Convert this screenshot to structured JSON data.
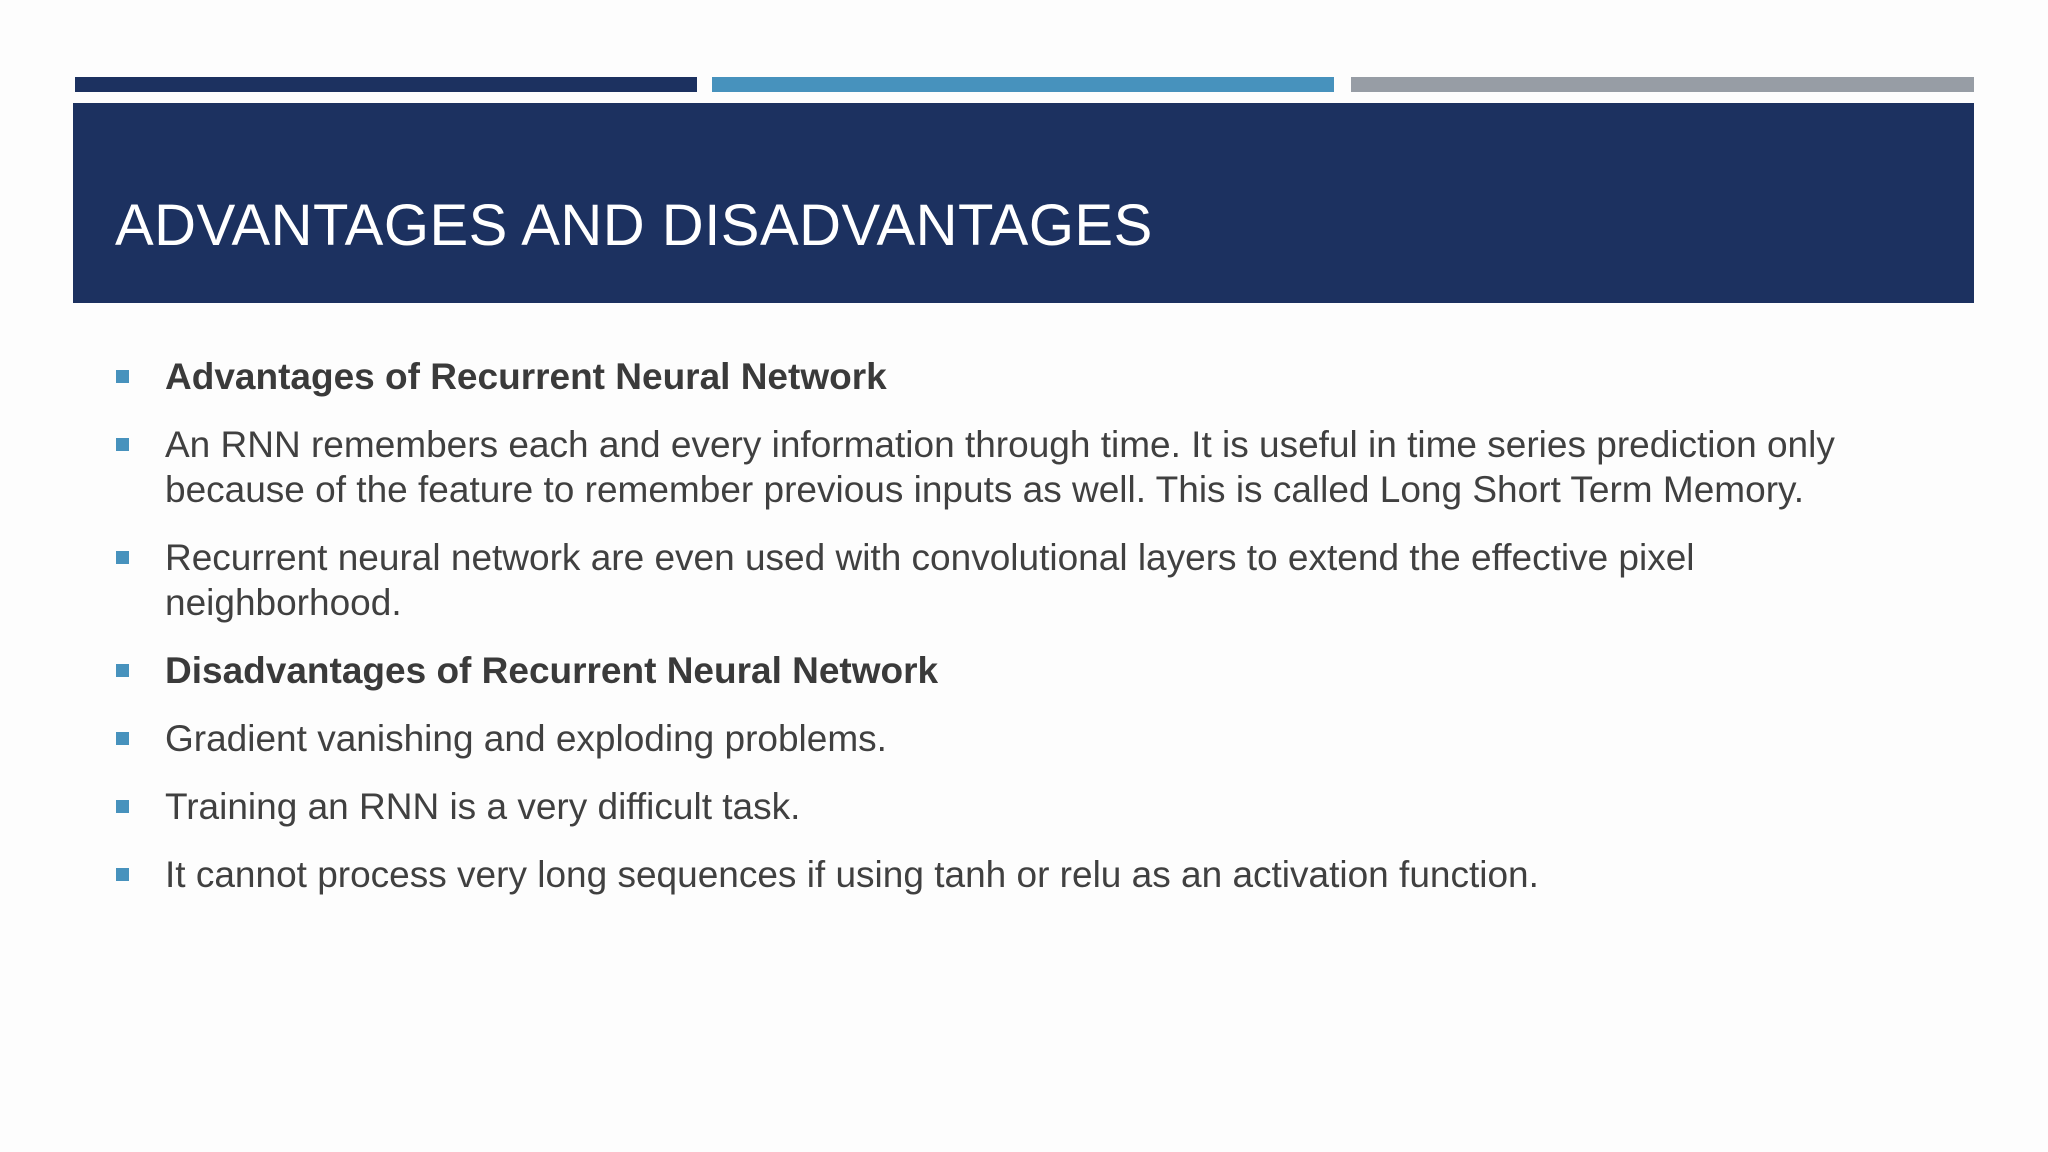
{
  "slide": {
    "title": "ADVANTAGES AND DISADVANTAGES",
    "colors": {
      "header_band": "#1c3160",
      "accent_bar_1": "#1c3160",
      "accent_bar_2": "#4792bd",
      "accent_bar_3": "#979da5",
      "bullet": "#4792bd",
      "body_text": "#404040",
      "title_text": "#ffffff"
    },
    "bullets": [
      {
        "text": "Advantages of Recurrent Neural Network",
        "bold": true
      },
      {
        "text": "An RNN remembers each and every information through time. It is useful in time series prediction only because of the feature to remember previous inputs as well. This is called Long Short Term Memory.",
        "bold": false
      },
      {
        "text": "Recurrent neural network are even used with convolutional layers to extend the effective pixel neighborhood.",
        "bold": false
      },
      {
        "text": "Disadvantages of Recurrent Neural Network",
        "bold": true
      },
      {
        "text": "Gradient vanishing and exploding problems.",
        "bold": false
      },
      {
        "text": "Training an RNN is a very difficult task.",
        "bold": false
      },
      {
        "text": "It cannot process very long sequences if using tanh or relu as an activation function.",
        "bold": false
      }
    ],
    "bullet_icon": "square-bullet-icon"
  }
}
